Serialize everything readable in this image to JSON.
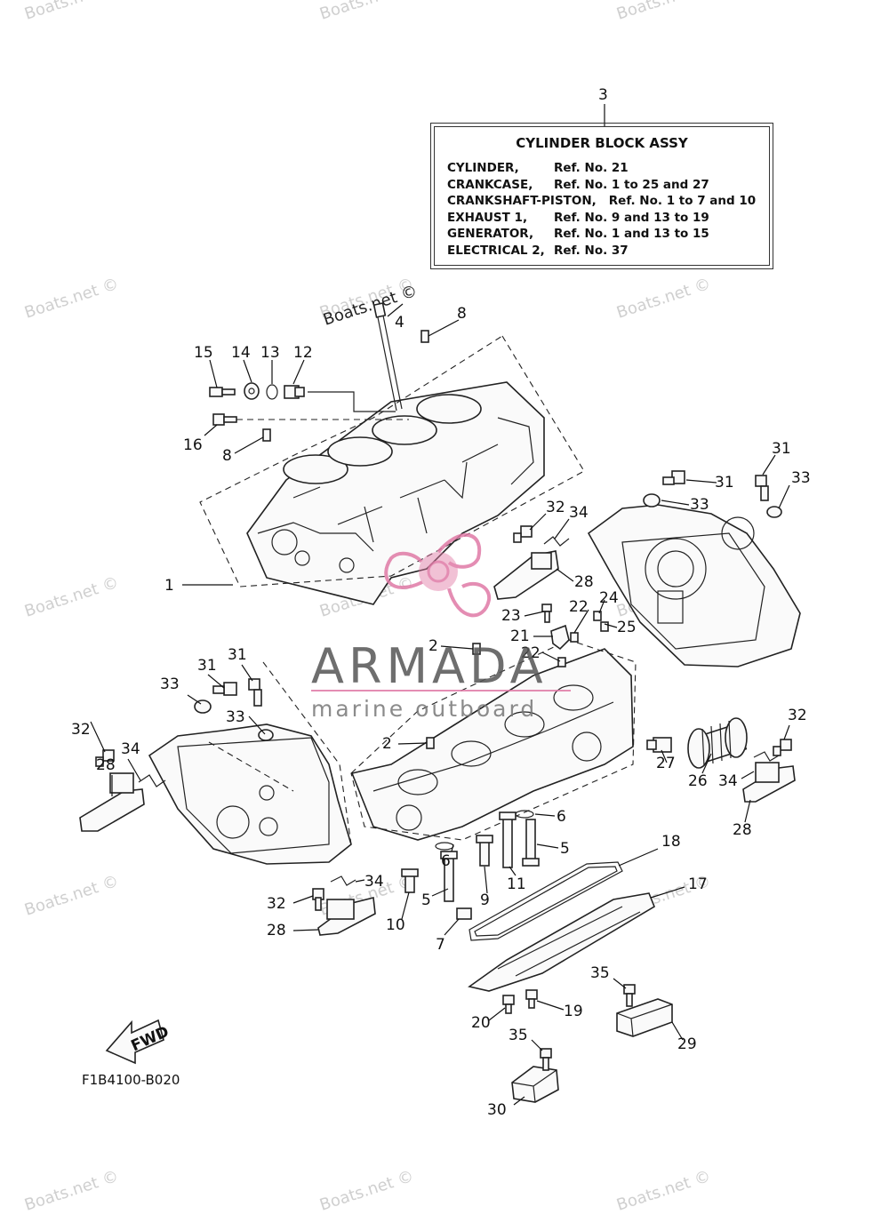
{
  "watermarks": [
    "Boats.net ©",
    "Boats.net ©",
    "Boats.net ©",
    "Boats.net ©",
    "Boats.net ©",
    "Boats.net ©",
    "Boats.net ©",
    "Boats.net ©",
    "Boats.net ©",
    "Boats.net ©",
    "Boats.net ©",
    "Boats.net ©",
    "Boats.net ©",
    "Boats.net ©",
    "Boats.net ©",
    "Boats.net ©"
  ],
  "brand": {
    "name": "ARMADA",
    "tagline": "marine outboard",
    "logo_color": "#e07aa6",
    "text_color": "#555555"
  },
  "legend": {
    "ref": "3",
    "title": "CYLINDER BLOCK ASSY",
    "rows": [
      {
        "key": "CYLINDER,",
        "value": "Ref. No. 21"
      },
      {
        "key": "CRANKCASE,",
        "value": "Ref. No. 1 to 25 and 27"
      },
      {
        "key": "CRANKSHAFT-PISTON,",
        "value": "Ref. No. 1 to 7 and 10"
      },
      {
        "key": "EXHAUST 1,",
        "value": "Ref. No. 9 and 13 to 19"
      },
      {
        "key": "GENERATOR,",
        "value": "Ref. No. 1 and 13 to 15"
      },
      {
        "key": "ELECTRICAL 2,",
        "value": "Ref. No. 37"
      }
    ]
  },
  "fwd_label": "FWD",
  "diagram_code": "F1B4100-B020",
  "callouts": [
    "4",
    "8",
    "15",
    "14",
    "13",
    "12",
    "16",
    "8",
    "31",
    "31",
    "33",
    "33",
    "32",
    "34",
    "28",
    "1",
    "23",
    "22",
    "24",
    "21",
    "25",
    "2",
    "22",
    "2",
    "31",
    "31",
    "33",
    "33",
    "32",
    "34",
    "28",
    "32",
    "34",
    "28",
    "27",
    "26",
    "6",
    "5",
    "18",
    "17",
    "11",
    "9",
    "6",
    "5",
    "10",
    "7",
    "32",
    "34",
    "28",
    "35",
    "19",
    "20",
    "29",
    "35",
    "30"
  ]
}
